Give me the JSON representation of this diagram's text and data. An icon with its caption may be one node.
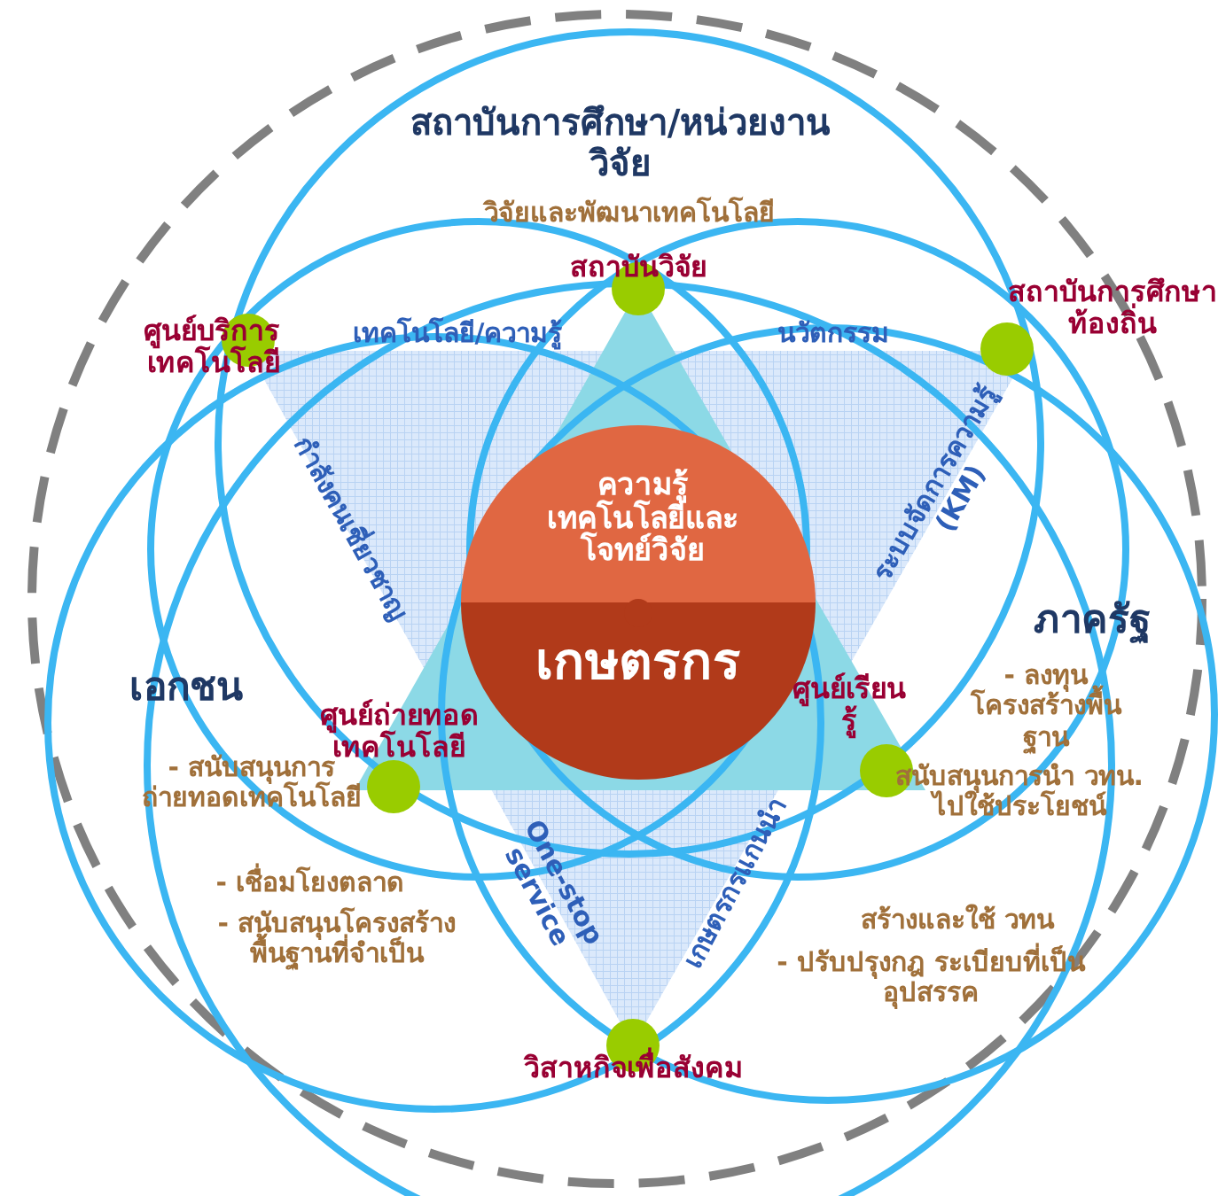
{
  "diagram": {
    "nodes": [
      {
        "text": [
          "สถาบันวิจัย"
        ]
      },
      {
        "text": [
          "ศูนย์บริการเทคโนโลยี"
        ]
      },
      {
        "text": [
          "สถาบันการศึกษาท้องถิ่น"
        ]
      },
      {
        "text": [
          "ความรู้เทคโนโลยีและโจทย์วิจัย",
          "เกษตรกร"
        ]
      },
      {
        "text": [
          "ศูนย์ถ่ายทอดเทคโนโลยี"
        ]
      },
      {
        "text": [
          "ศูนย์เรียนรู้"
        ]
      },
      {
        "text": [
          "วิสาหกิจเพื่อสังคม"
        ]
      }
    ],
    "labels": [
      "สถาบันการศึกษา/หน่วยงานวิจัย",
      "วิจัยและพัฒนาเทคโนโลยี",
      "เทคโนโลยี/ความรู้",
      "นวัตกรรม",
      "กำลังคนเชี่ยวชาญ",
      "ระบบจัดการความรู้ (KM)",
      "ภาครัฐ",
      "- ลงทุนโครงสร้างพื้นฐาน",
      "สนับสนุนการนำ วทน. ไปใช้ประโยชน์",
      "สร้างและใช้ วทน",
      "- ปรับปรุงกฎ ระเบียบที่เป็นอุปสรรค",
      "เอกชน",
      "- สนับสนุนการถ่ายทอดเทคโนโลยี",
      "- เชื่อมโยงตลาด",
      "- สนับสนุนโครงสร้างพื้นฐานที่จำเป็น",
      "One-stop service",
      "เกษตรกรแกนนำ"
    ]
  }
}
